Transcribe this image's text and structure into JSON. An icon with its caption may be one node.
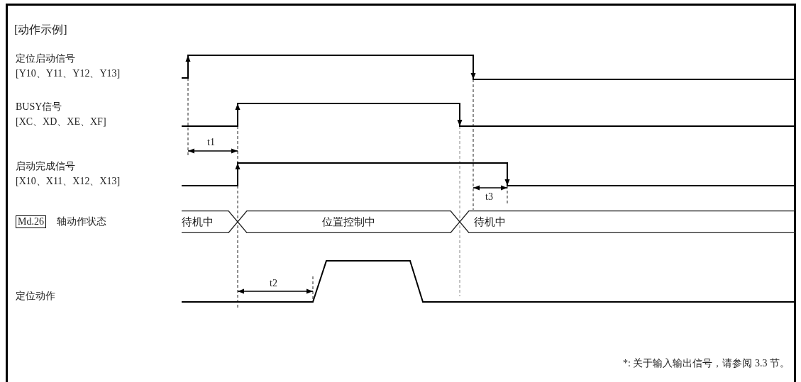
{
  "diagram": {
    "title": "[动作示例]",
    "nodes": [
      {
        "text": [
          "待机中"
        ]
      },
      {
        "text": [
          "位置控制中"
        ]
      },
      {
        "text": [
          "待机中"
        ]
      }
    ],
    "labels": [
      "定位启动信号",
      "[Y10、Y11、Y12、Y13]",
      "BUSY信号",
      "[XC、XD、XE、XF]",
      "t1",
      "启动完成信号",
      "[X10、X11、X12、X13]",
      "t3",
      "Md.26",
      "轴动作状态",
      "t2",
      "定位动作"
    ],
    "caption": "*: 关于输入输出信号，请参阅 3.3 节。"
  }
}
